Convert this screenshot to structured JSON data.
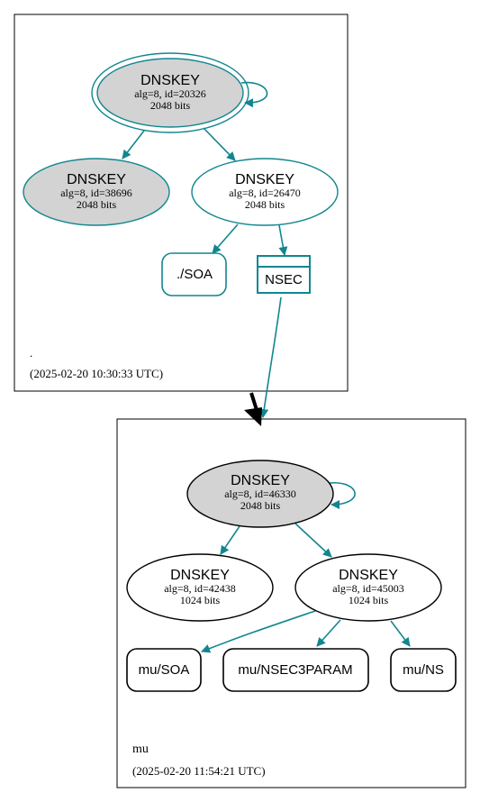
{
  "colors": {
    "teal": "#11868f",
    "ksk_fill": "#d3d3d3",
    "black": "#000000"
  },
  "zones": [
    {
      "name": ".",
      "timestamp": "(2025-02-20 10:30:33 UTC)",
      "nodes": [
        {
          "title": "DNSKEY",
          "detail": "alg=8, id=20326",
          "size": "2048 bits"
        },
        {
          "title": "DNSKEY",
          "detail": "alg=8, id=38696",
          "size": "2048 bits"
        },
        {
          "title": "DNSKEY",
          "detail": "alg=8, id=26470",
          "size": "2048 bits"
        },
        {
          "label": "./SOA"
        },
        {
          "label": "NSEC"
        }
      ]
    },
    {
      "name": "mu",
      "timestamp": "(2025-02-20 11:54:21 UTC)",
      "nodes": [
        {
          "title": "DNSKEY",
          "detail": "alg=8, id=46330",
          "size": "2048 bits"
        },
        {
          "title": "DNSKEY",
          "detail": "alg=8, id=42438",
          "size": "1024 bits"
        },
        {
          "title": "DNSKEY",
          "detail": "alg=8, id=45003",
          "size": "1024 bits"
        },
        {
          "label": "mu/SOA"
        },
        {
          "label": "mu/NSEC3PARAM"
        },
        {
          "label": "mu/NS"
        }
      ]
    }
  ]
}
